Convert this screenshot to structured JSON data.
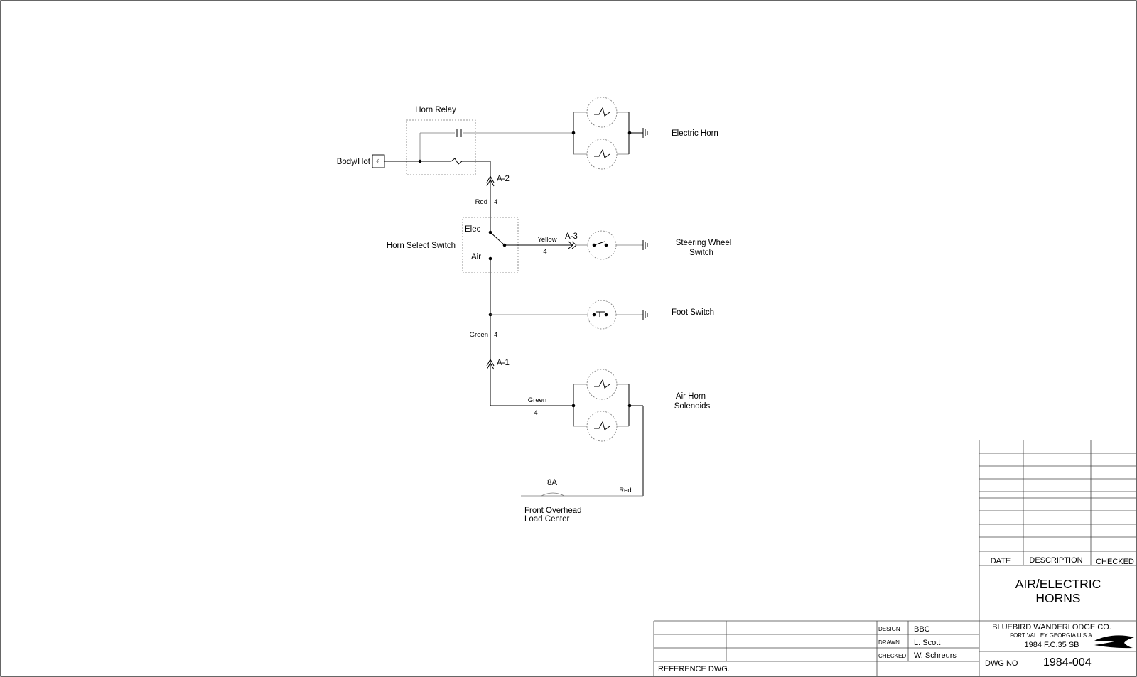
{
  "diagram": {
    "components": {
      "horn_relay": "Horn Relay",
      "body_hot": "Body/Hot",
      "horn_select_switch": "Horn Select Switch",
      "elec": "Elec",
      "air": "Air",
      "electric_horn": "Electric Horn",
      "steering_wheel_switch_line1": "Steering Wheel",
      "steering_wheel_switch_line2": "Switch",
      "foot_switch": "Foot Switch",
      "air_horn_line1": "Air Horn",
      "air_horn_line2": "Solenoids",
      "fuse": "8A",
      "load_center_line1": "Front Overhead",
      "load_center_line2": "Load Center"
    },
    "connectors": {
      "a2": "A-2",
      "a3": "A-3",
      "a1": "A-1"
    },
    "wires": {
      "red_top": {
        "color": "Red",
        "gauge": "4"
      },
      "yellow": {
        "color": "Yellow",
        "gauge": "4"
      },
      "green_vertical": {
        "color": "Green",
        "gauge": "4"
      },
      "green_horizontal": {
        "color": "Green",
        "gauge": "4"
      },
      "red_right": {
        "color": "Red"
      }
    }
  },
  "title_block": {
    "revision_headers": {
      "date": "DATE",
      "description": "DESCRIPTION",
      "checked": "CHECKED"
    },
    "title_line1": "AIR/ELECTRIC",
    "title_line2": "HORNS",
    "company": "BLUEBIRD WANDERLODGE CO.",
    "location": "FORT VALLEY GEORGIA U.S.A.",
    "model": "1984 F.C.35 SB",
    "dwg_no_label": "DWG NO",
    "dwg_no": "1984-004",
    "design_label": "DESIGN",
    "design_value": "BBC",
    "drawn_label": "DRAWN",
    "drawn_value": "L. Scott",
    "checked_label": "CHECKED",
    "checked_value": "W. Schreurs",
    "reference_label": "REFERENCE DWG."
  }
}
